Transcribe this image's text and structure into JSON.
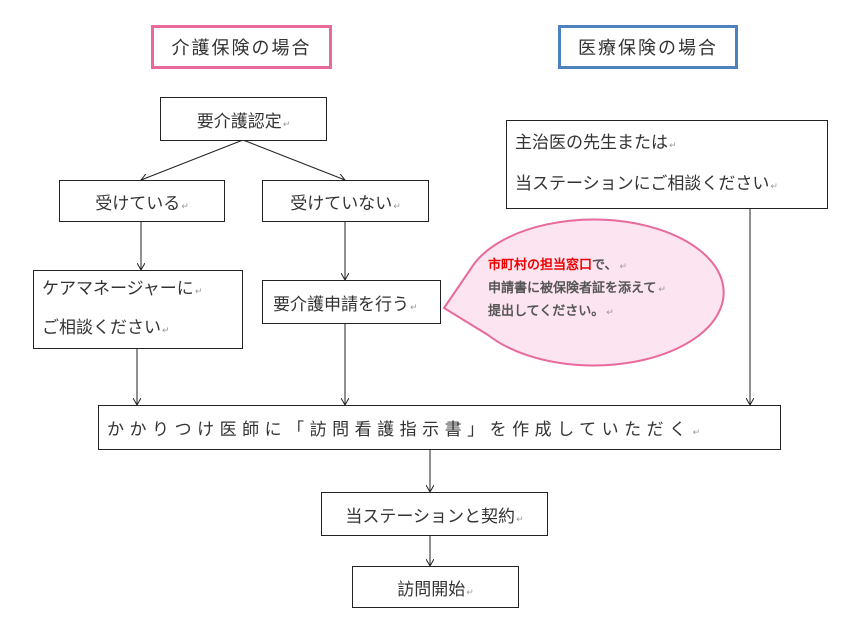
{
  "headers": {
    "care": "介護保険の場合",
    "medical": "医療保険の場合"
  },
  "colors": {
    "care_border": "#e8699b",
    "medical_border": "#4f81bd",
    "bubble_fill": "#fde4f1",
    "bubble_border": "#e8699b",
    "highlight": "#e00000"
  },
  "nodes": {
    "certification": "要介護認定",
    "received": "受けている",
    "not_received": "受けていない",
    "care_manager_1": "ケアマネージャーに",
    "care_manager_2": "ご相談ください",
    "apply": "要介護申請を行う",
    "doctor_1": "主治医の先生または",
    "doctor_2": "当ステーションにご相談ください",
    "instruction": "かかりつけ医師に「訪問看護指示書」を作成していただく",
    "contract": "当ステーションと契約",
    "start": "訪問開始"
  },
  "bubble": {
    "highlight": "市町村の担当窓口",
    "line1_rest": "で、",
    "line2": "申請書に被保険者証を添えて",
    "line3": "提出してください。"
  }
}
